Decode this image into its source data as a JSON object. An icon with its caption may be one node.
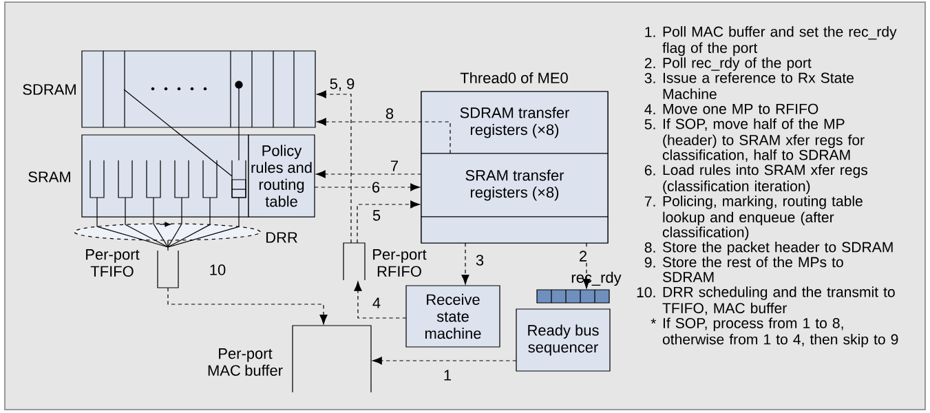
{
  "diagram": {
    "nodes": [
      {
        "text": [
          "SDRAM"
        ]
      },
      {
        "text": [
          "SRAM"
        ]
      },
      {
        "text": [],
        "shape": "box",
        "in": 1
      },
      {
        "text": [],
        "shape": "box",
        "in": 1
      },
      {
        "text": [],
        "shape": "box",
        "in": 1
      },
      {
        "text": [],
        "shape": "box",
        "in": 1
      },
      {
        "text": [],
        "shape": "box",
        "in": 1
      },
      {
        "text": [],
        "shape": "box",
        "in": 1
      },
      {
        "text": [
          "Policy rules and routing table"
        ]
      },
      {
        "text": [
          "Thread0 of ME0"
        ]
      },
      {
        "text": [
          "SDRAM transfer registers (×8)"
        ],
        "in": 9
      },
      {
        "text": [
          "SRAM transfer registers (×8)"
        ],
        "in": 9
      },
      {
        "text": [],
        "shape": "box",
        "in": 9
      },
      {
        "text": [
          "DRR"
        ]
      },
      {
        "text": [
          "Per-port TFIFO"
        ]
      },
      {
        "text": [
          "Per-port RFIFO"
        ]
      },
      {
        "text": [
          "Per-port MAC buffer"
        ]
      },
      {
        "text": [
          "Receive state machine"
        ]
      },
      {
        "text": [
          "Ready bus sequencer"
        ]
      },
      {
        "text": [
          "rec_rdy"
        ]
      }
    ],
    "edges": [
      {
        "from": 15,
        "to": 0,
        "arrow": "to",
        "style": "dashed",
        "label": "5, 9"
      },
      {
        "from": 10,
        "to": 0,
        "arrow": "to",
        "style": "dashed",
        "label": "8"
      },
      {
        "from": 11,
        "to": 8,
        "arrow": "to",
        "style": "dashed",
        "label": "7"
      },
      {
        "from": 8,
        "to": 11,
        "arrow": "to",
        "style": "dashed",
        "label": "6"
      },
      {
        "from": 15,
        "to": 11,
        "arrow": "to",
        "style": "dashed",
        "label": "5"
      },
      {
        "from": 12,
        "to": 17,
        "arrow": "to",
        "style": "dashed",
        "label": "3"
      },
      {
        "from": 12,
        "to": 19,
        "arrow": "to",
        "style": "dashed",
        "label": "2"
      },
      {
        "from": 17,
        "to": 15,
        "arrow": "to",
        "style": "dashed",
        "label": "4"
      },
      {
        "from": 18,
        "to": 16,
        "arrow": "to",
        "style": "dashed",
        "label": "1"
      },
      {
        "from": 14,
        "to": 16,
        "arrow": "to",
        "style": "dashed",
        "label": "10"
      },
      {
        "from": 2,
        "to": 13,
        "arrow": "none"
      },
      {
        "from": 3,
        "to": 13,
        "arrow": "none"
      },
      {
        "from": 4,
        "to": 13,
        "arrow": "none"
      },
      {
        "from": 5,
        "to": 13,
        "arrow": "none"
      },
      {
        "from": 6,
        "to": 13,
        "arrow": "none"
      },
      {
        "from": 7,
        "to": 13,
        "arrow": "none"
      },
      {
        "from": 0,
        "to": 7,
        "arrow": "none"
      },
      {
        "from": 0,
        "to": 7,
        "arrow": "none"
      },
      {
        "from": 13,
        "to": 14,
        "arrow": "none"
      }
    ],
    "labels": [
      "1.",
      "Poll MAC buffer and set the rec_rdy flag of the port",
      "2.",
      "Poll rec_rdy of the port",
      "3.",
      "Issue a reference to Rx State Machine",
      "4.",
      "Move one MP to RFIFO",
      "5.",
      "If SOP, move half of the MP (header) to SRAM xfer regs for classification, half to SDRAM",
      "6.",
      "Load rules into SRAM xfer regs (classification iteration)",
      "7.",
      "Policing, marking, routing table lookup and enqueue (after classification)",
      "8.",
      "Store the packet header to SDRAM",
      "9.",
      "Store the rest of the MPs to SDRAM",
      "10.",
      "DRR scheduling and the transmit to TFIFO, MAC buffer",
      "*",
      "If SOP, process from 1 to 8, otherwise from 1 to 4, then skip to 9"
    ]
  }
}
